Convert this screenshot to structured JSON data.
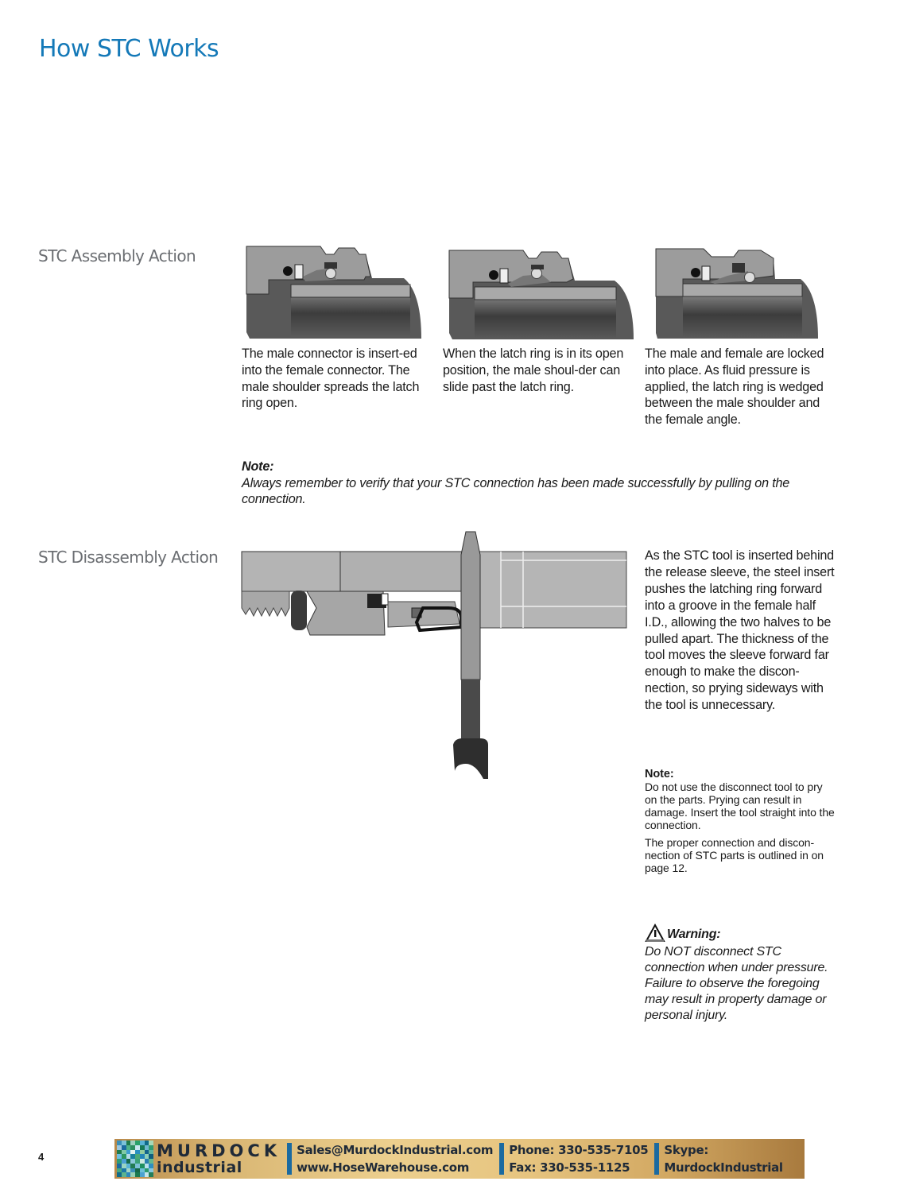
{
  "page": {
    "title": "How STC Works",
    "number": "4"
  },
  "assembly": {
    "label": "STC Assembly Action",
    "figures": [
      {
        "name": "assembly-step-1-diagram",
        "caption": "The male connector is insert-ed into the female connector. The male shoulder spreads the latch ring open."
      },
      {
        "name": "assembly-step-2-diagram",
        "caption": "When the latch ring is in its open position, the male shoul-der can slide past the latch ring."
      },
      {
        "name": "assembly-step-3-diagram",
        "caption": "The male and female are locked into place. As fluid pressure is applied, the latch ring is wedged between the male shoulder and the female angle."
      }
    ],
    "note": {
      "heading": "Note:",
      "text": "Always remember to verify that your STC connection has been made successfully by pulling on the connection."
    }
  },
  "disassembly": {
    "label": "STC Disassembly Action",
    "description": "As the STC tool is inserted behind the release sleeve, the steel insert pushes the latching ring forward into a groove in the female half I.D., allowing the two halves to be pulled apart. The thickness of the tool moves the sleeve forward far enough to make the discon-nection, so prying sideways with the tool is unnecessary.",
    "note": {
      "heading": "Note:",
      "paragraphs": [
        "Do not use the disconnect tool to pry on the parts. Prying can result in damage. Insert the tool straight into the connection.",
        "The proper connection and discon-nection of STC parts is outlined in on page 12."
      ]
    },
    "warning": {
      "icon": "warning-triangle-icon",
      "heading": "Warning:",
      "text": "Do NOT disconnect STC connection when under pressure. Failure to observe the foregoing may result in property damage or personal injury."
    }
  },
  "footer": {
    "brand_top": "MURDOCK",
    "brand_bottom": "industrial",
    "email": "Sales@MurdockIndustrial.com",
    "website": "www.HoseWarehouse.com",
    "phone": "Phone: 330-535-7105",
    "fax": "Fax: 330-535-1125",
    "skype_label": "Skype:",
    "skype_id": "MurdockIndustrial"
  },
  "colors": {
    "title_blue": "#1479b8",
    "section_gray": "#6b6e72",
    "footer_bar_blue": "#1b6aa0",
    "footer_gold": "#e6c47f"
  }
}
